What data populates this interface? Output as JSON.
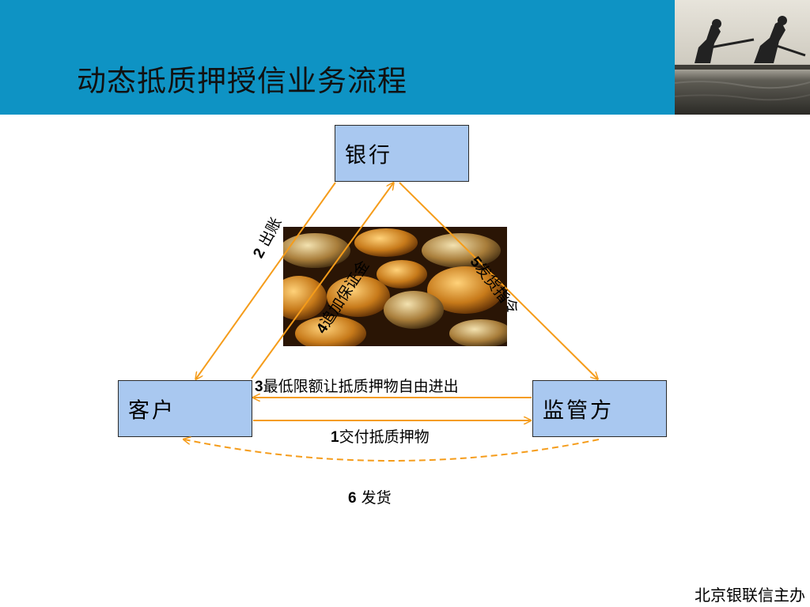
{
  "header": {
    "title": "动态抵质押授信业务流程"
  },
  "nodes": {
    "bank": "银行",
    "customer": "客户",
    "supervisor": "监管方"
  },
  "steps": {
    "step1": {
      "num": "1",
      "text": "交付抵质押物"
    },
    "step2": {
      "num": "2",
      "text": "出账"
    },
    "step3": {
      "num": "3",
      "text": "最低限额让抵质押物自由进出"
    },
    "step4": {
      "num": "4",
      "text": "追加保证金"
    },
    "step5": {
      "num": "5",
      "text": "发货指令"
    },
    "step6": {
      "num": "6",
      "text": " 发货"
    }
  },
  "footer": {
    "text": "北京银联信主办"
  },
  "colors": {
    "header_bg": "#0e93c4",
    "node_fill": "#a9c8f0",
    "arrow": "#f59c1a"
  }
}
